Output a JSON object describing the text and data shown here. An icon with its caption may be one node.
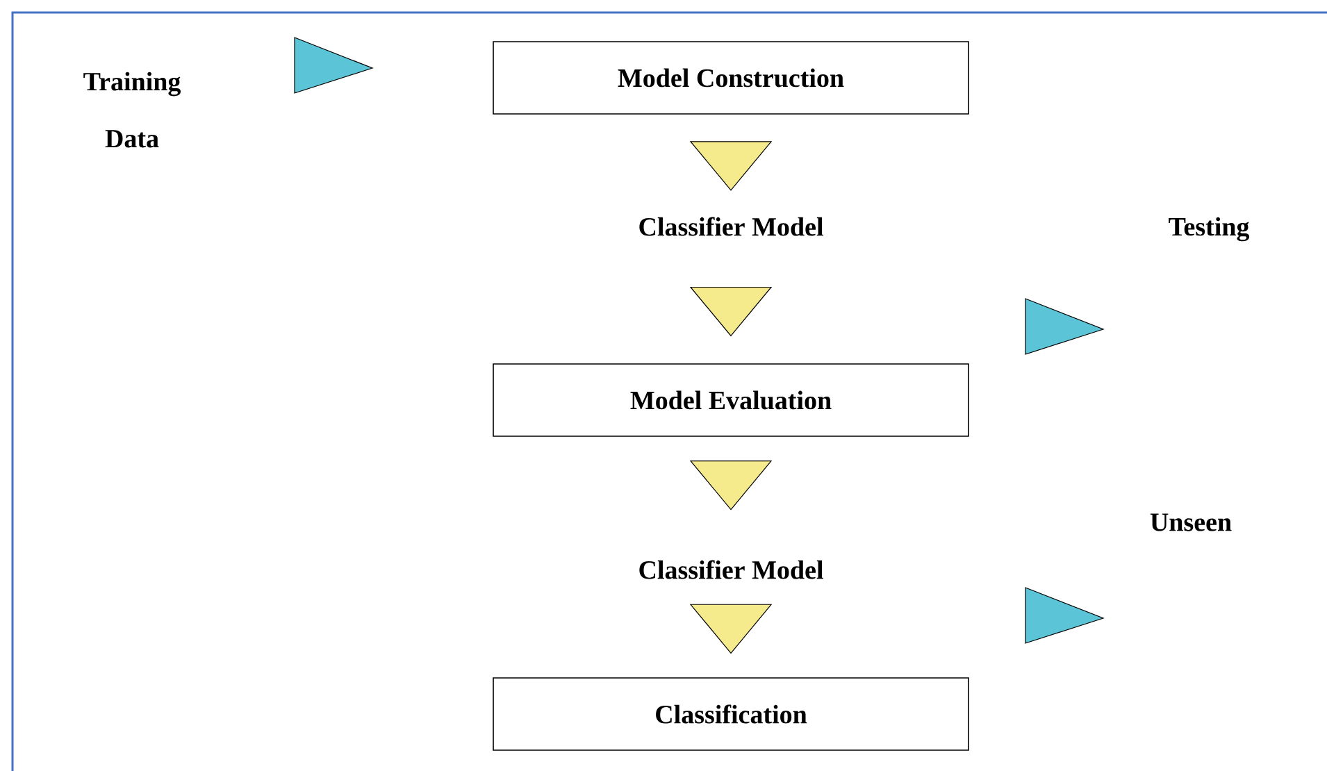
{
  "diagram": {
    "nodes": [
      {
        "text": [
          "Model Construction"
        ]
      },
      {
        "text": [
          "Classifier Model"
        ]
      },
      {
        "text": [
          "Model Evaluation"
        ]
      },
      {
        "text": [
          "Classifier Model"
        ]
      },
      {
        "text": [
          "Classification"
        ]
      }
    ],
    "edges": [
      {
        "from": 0,
        "to": 1,
        "arrow": "to"
      },
      {
        "from": 1,
        "to": 2,
        "arrow": "to"
      },
      {
        "from": 2,
        "to": 3,
        "arrow": "to"
      },
      {
        "from": 3,
        "to": 4,
        "arrow": "to"
      }
    ],
    "labels": [
      "Training Data",
      "Testing",
      "Unseen"
    ]
  }
}
